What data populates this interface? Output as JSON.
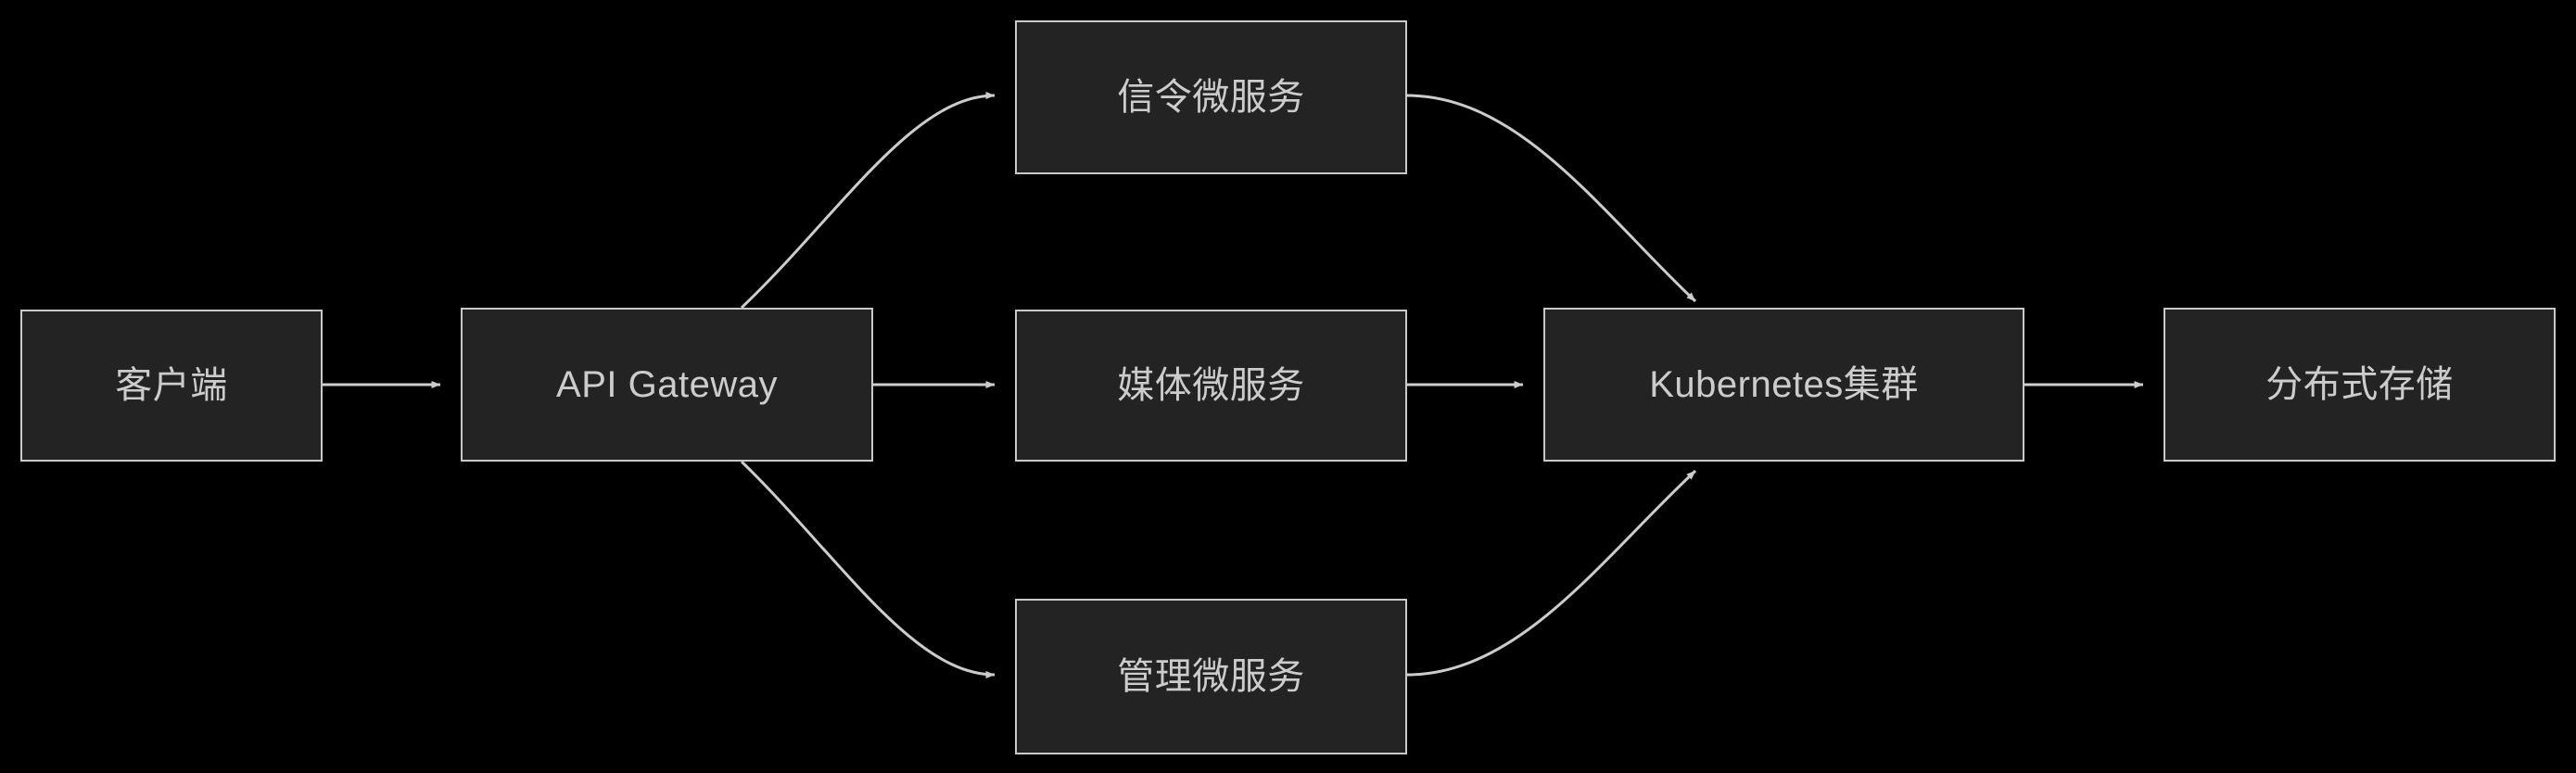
{
  "diagram": {
    "title": "",
    "background_color": "#000000",
    "node_fill_color": "#232323",
    "node_border_color": "#c9c9c9",
    "edge_color": "#cccccc",
    "label_color": "#cccccc",
    "nodes": [
      {
        "id": "client",
        "label": "客户端"
      },
      {
        "id": "gateway",
        "label": "API Gateway"
      },
      {
        "id": "signaling",
        "label": "信令微服务"
      },
      {
        "id": "media",
        "label": "媒体微服务"
      },
      {
        "id": "management",
        "label": "管理微服务"
      },
      {
        "id": "k8s",
        "label": "Kubernetes集群"
      },
      {
        "id": "storage",
        "label": "分布式存储"
      }
    ],
    "edges": [
      {
        "from": "client",
        "to": "gateway",
        "label": "",
        "style": "straight-arrow"
      },
      {
        "from": "gateway",
        "to": "signaling",
        "label": "",
        "style": "curved-arrow"
      },
      {
        "from": "gateway",
        "to": "media",
        "label": "",
        "style": "straight-arrow"
      },
      {
        "from": "gateway",
        "to": "management",
        "label": "",
        "style": "curved-arrow"
      },
      {
        "from": "signaling",
        "to": "k8s",
        "label": "",
        "style": "curved-arrow"
      },
      {
        "from": "media",
        "to": "k8s",
        "label": "",
        "style": "straight-arrow"
      },
      {
        "from": "management",
        "to": "k8s",
        "label": "",
        "style": "curved-arrow"
      },
      {
        "from": "k8s",
        "to": "storage",
        "label": "",
        "style": "straight-arrow"
      }
    ]
  }
}
